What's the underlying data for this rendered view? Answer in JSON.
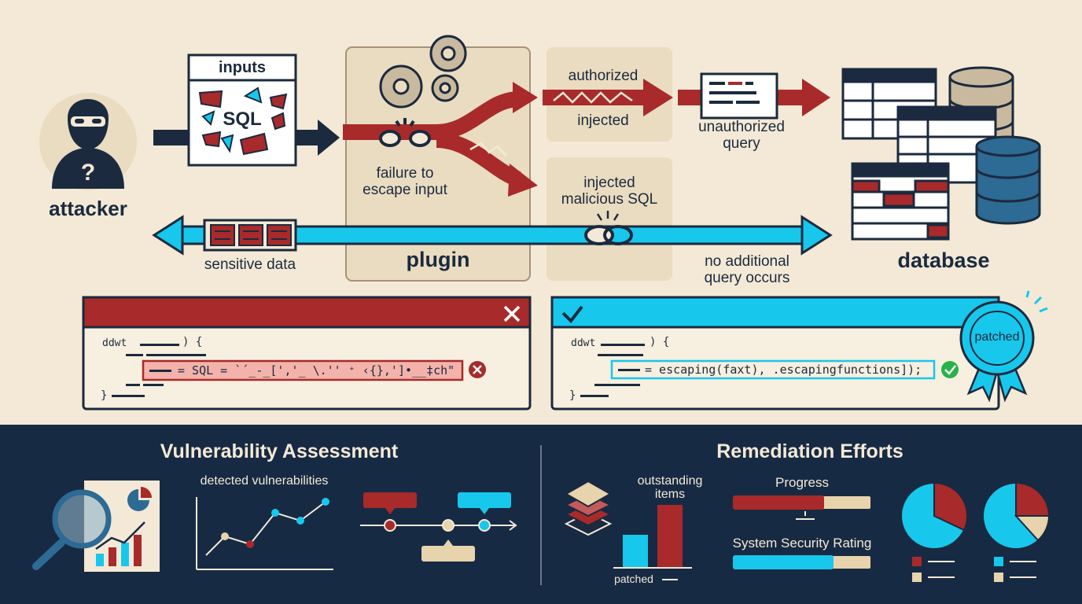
{
  "diagram": {
    "attacker_label": "attacker",
    "inputs_label": "inputs",
    "sql_label": "SQL",
    "failure_label": "failure to\nescape input",
    "plugin_label": "plugin",
    "authorized_label": "authorized",
    "injected_label": "injected",
    "injected_sql_label": "injected\nmalicious SQL",
    "unauthorized_query_label": "unauthorized\nquery",
    "database_label": "database",
    "sensitive_data_label": "sensitive data",
    "no_additional_label": "no additional\nquery occurs"
  },
  "code_vulnerable": {
    "line1": "ddwt",
    "line1_tail": ") {",
    "line3": "= SQL = `´_-_[','_ \\.'' ⁺ ‹{},']•__‡ch\"",
    "line5": "}"
  },
  "code_patched": {
    "line1": "ddwt",
    "line1_tail": ") {",
    "line3": "= escaping(faxt), .escapingfunctions]);",
    "line5": "}",
    "badge": "patched"
  },
  "assessment": {
    "title": "Vulnerability Assessment",
    "chart_label": "detected vulnerabilities"
  },
  "remediation": {
    "title": "Remediation Efforts",
    "outstanding_label": "outstanding\nitems",
    "patched_label": "patched",
    "progress_label": "Progress",
    "rating_label": "System Security Rating"
  },
  "icons": {
    "attacker": "hooded-attacker-icon",
    "gears": "gear-icon",
    "broken_link": "broken-chain-icon",
    "chain": "chain-link-icon",
    "database": "database-stack-icon",
    "magnifier": "magnifier-report-icon",
    "layers": "layers-icon",
    "close": "close-icon",
    "check": "check-icon"
  },
  "colors": {
    "background": "#f3e9d6",
    "navy": "#1b2a3e",
    "red": "#a82a2a",
    "cyan": "#18c7ec",
    "tan": "#eadcc0",
    "green": "#27b24a"
  }
}
